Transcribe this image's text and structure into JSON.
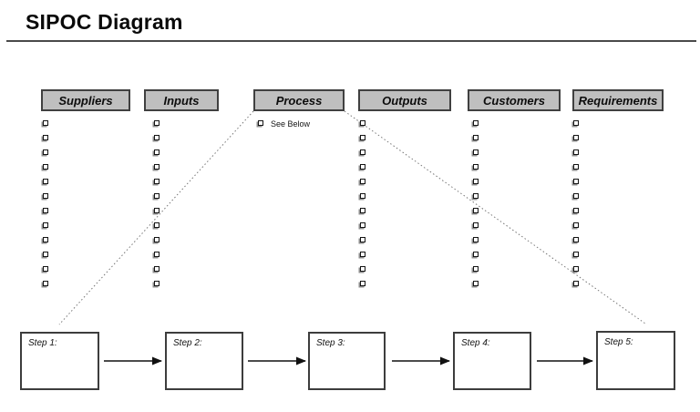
{
  "title": "SIPOC Diagram",
  "columns": [
    {
      "id": "suppliers",
      "label": "Suppliers",
      "checkbox_count": 12
    },
    {
      "id": "inputs",
      "label": "Inputs",
      "checkbox_count": 12
    },
    {
      "id": "process",
      "label": "Process",
      "checkbox_count": 1,
      "note": "See Below"
    },
    {
      "id": "outputs",
      "label": "Outputs",
      "checkbox_count": 12
    },
    {
      "id": "customers",
      "label": "Customers",
      "checkbox_count": 12
    },
    {
      "id": "requirements",
      "label": "Requirements",
      "checkbox_count": 12
    }
  ],
  "steps": [
    {
      "label": "Step 1:"
    },
    {
      "label": "Step 2:"
    },
    {
      "label": "Step 3:"
    },
    {
      "label": "Step 4:"
    },
    {
      "label": "Step 5:"
    }
  ],
  "icons": {
    "checkbox": "shadowed-square-bullet",
    "arrow": "right-arrow"
  },
  "colors": {
    "header_fill": "#bfbfbf",
    "header_border": "#404040",
    "box_border": "#3d3d3d",
    "rule": "#4a4a4a",
    "dotted_line": "#777777",
    "arrow": "#111111",
    "checkbox_shadow": "#8f8f8f"
  }
}
